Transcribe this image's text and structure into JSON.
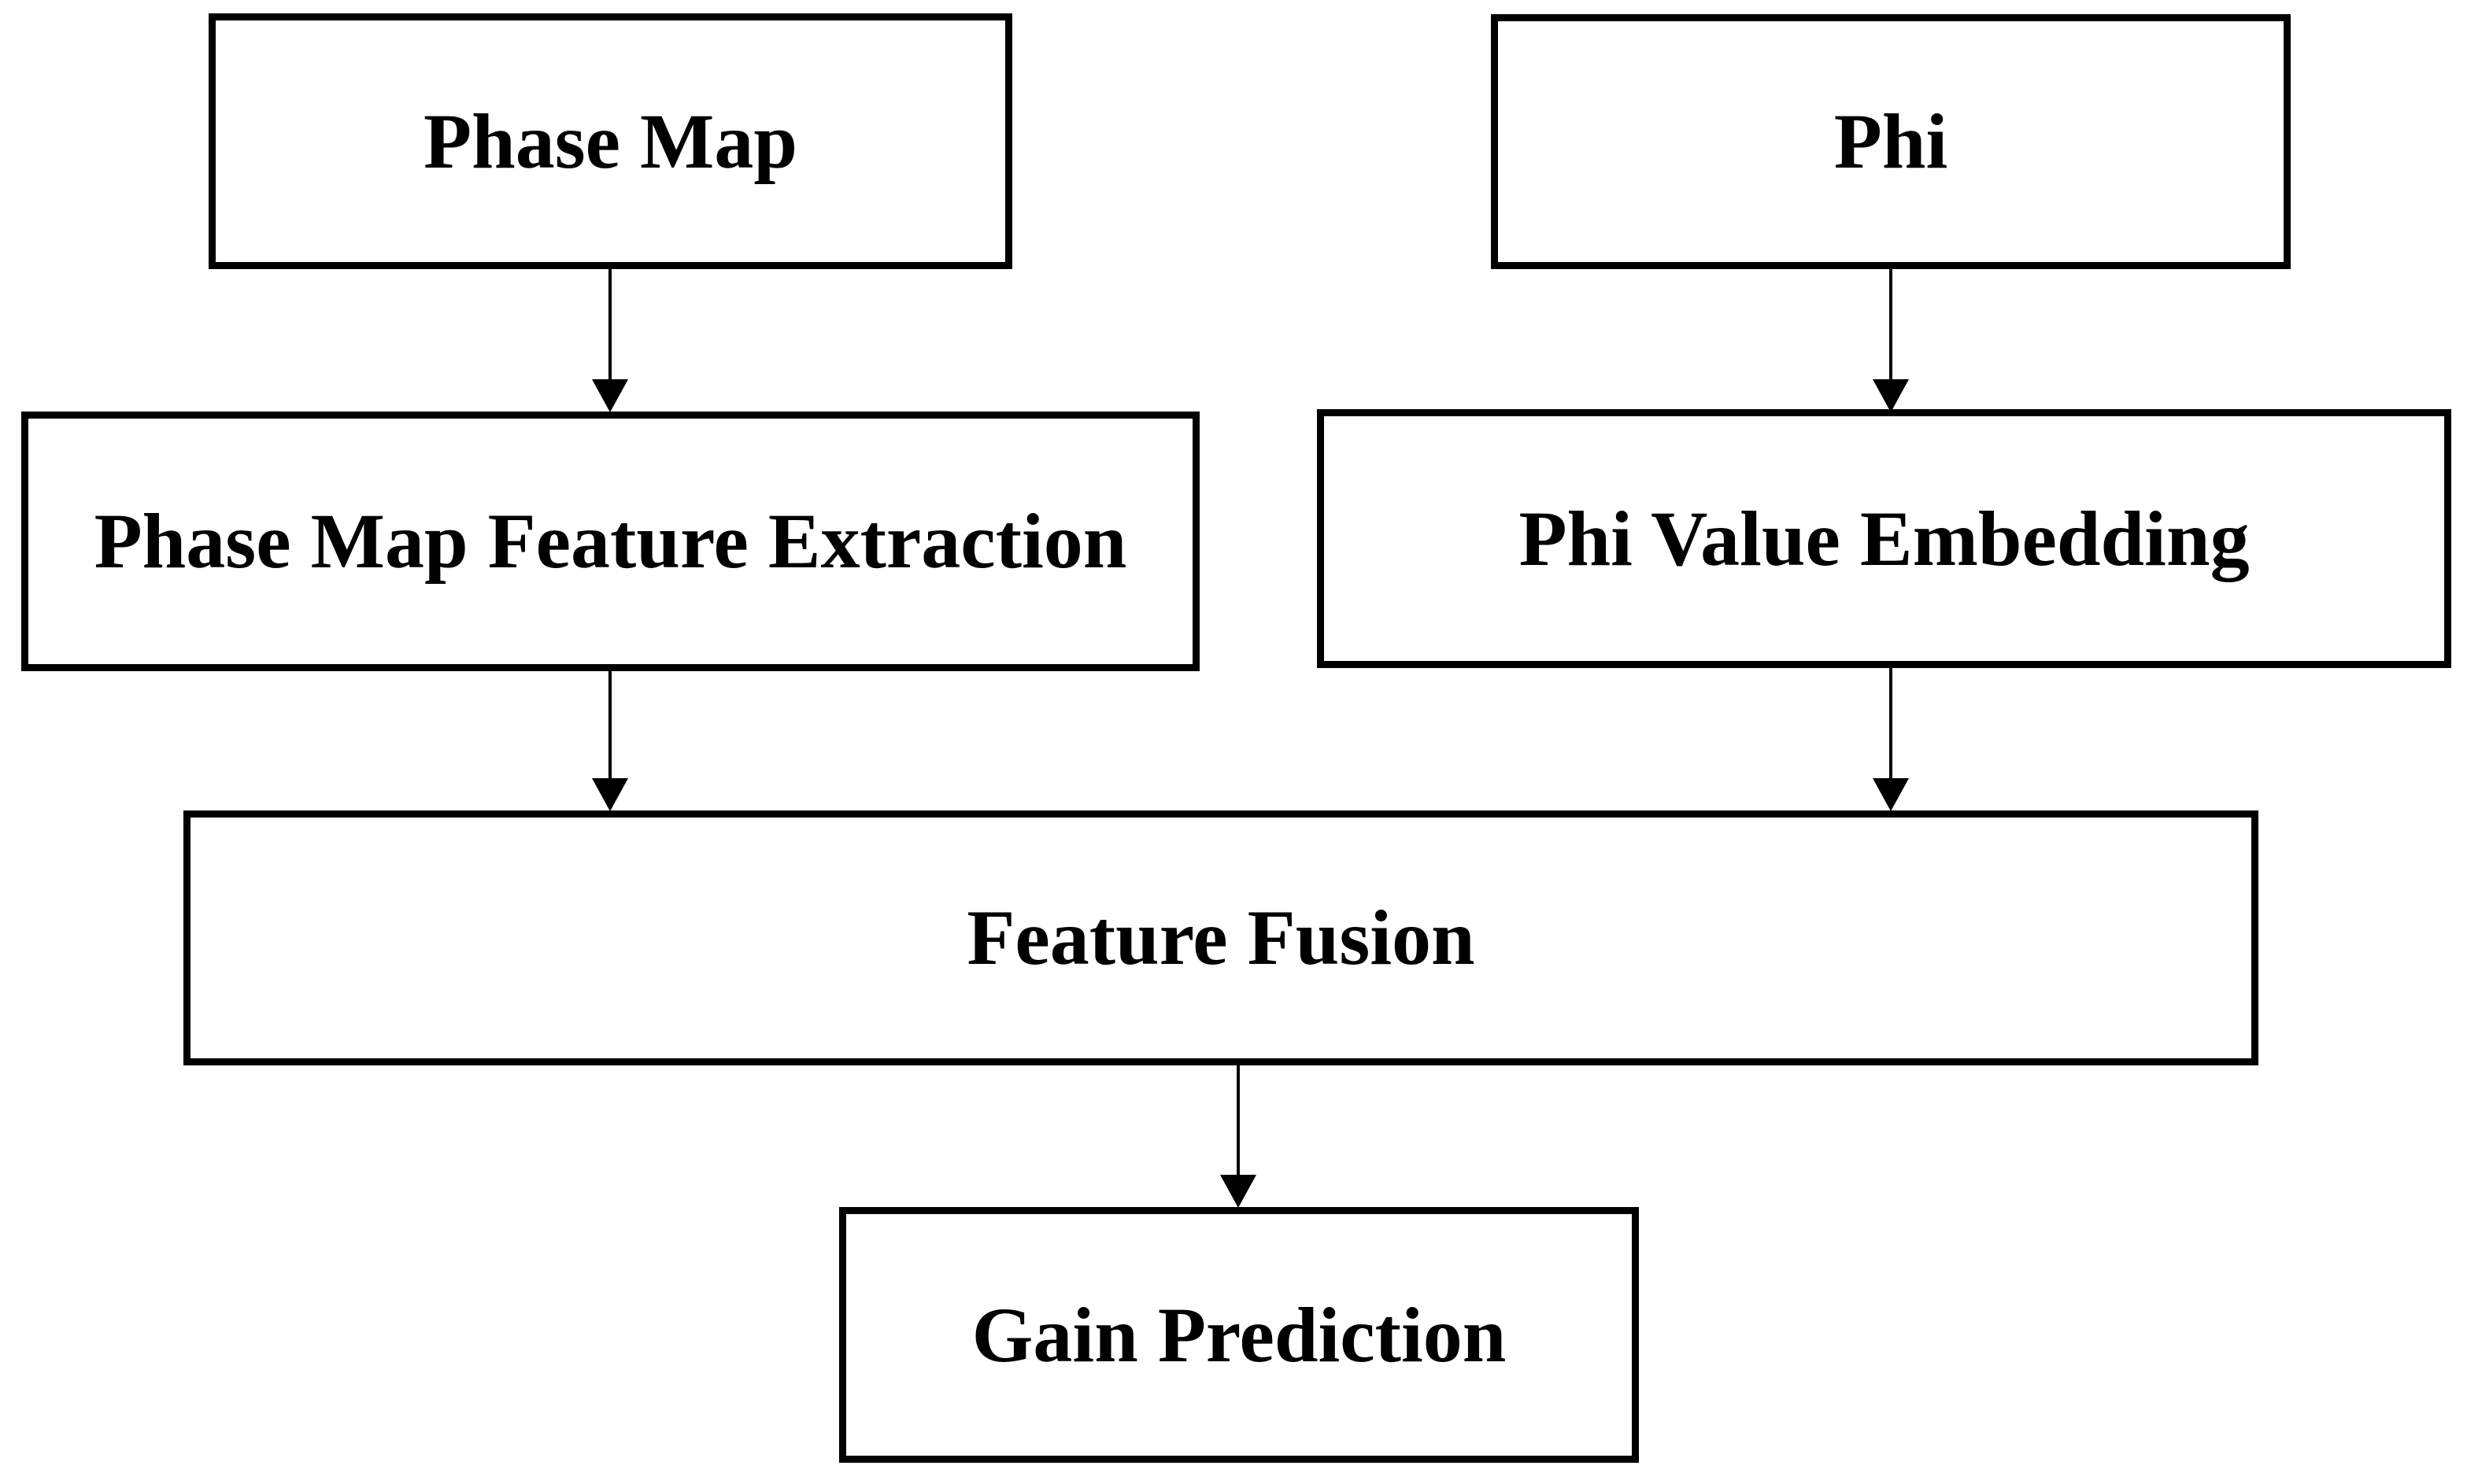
{
  "figure": {
    "type": "flowchart",
    "background_color": "#ffffff",
    "box_border_color": "#000000",
    "box_fill_color": "#ffffff",
    "text_color": "#000000",
    "arrow_color": "#000000"
  },
  "nodes": {
    "phase_map": {
      "label": "Phase Map"
    },
    "phi": {
      "label": "Phi"
    },
    "phase_map_feature_extraction": {
      "label": "Phase Map Feature Extraction"
    },
    "phi_value_embedding": {
      "label": "Phi Value Embedding"
    },
    "feature_fusion": {
      "label": "Feature Fusion"
    },
    "gain_prediction": {
      "label": "Gain Prediction"
    }
  },
  "edges": [
    {
      "from": "Phase Map",
      "to": "Phase Map Feature Extraction"
    },
    {
      "from": "Phi",
      "to": "Phi Value Embedding"
    },
    {
      "from": "Phase Map Feature Extraction",
      "to": "Feature Fusion"
    },
    {
      "from": "Phi Value Embedding",
      "to": "Feature Fusion"
    },
    {
      "from": "Feature Fusion",
      "to": "Gain Prediction"
    }
  ]
}
